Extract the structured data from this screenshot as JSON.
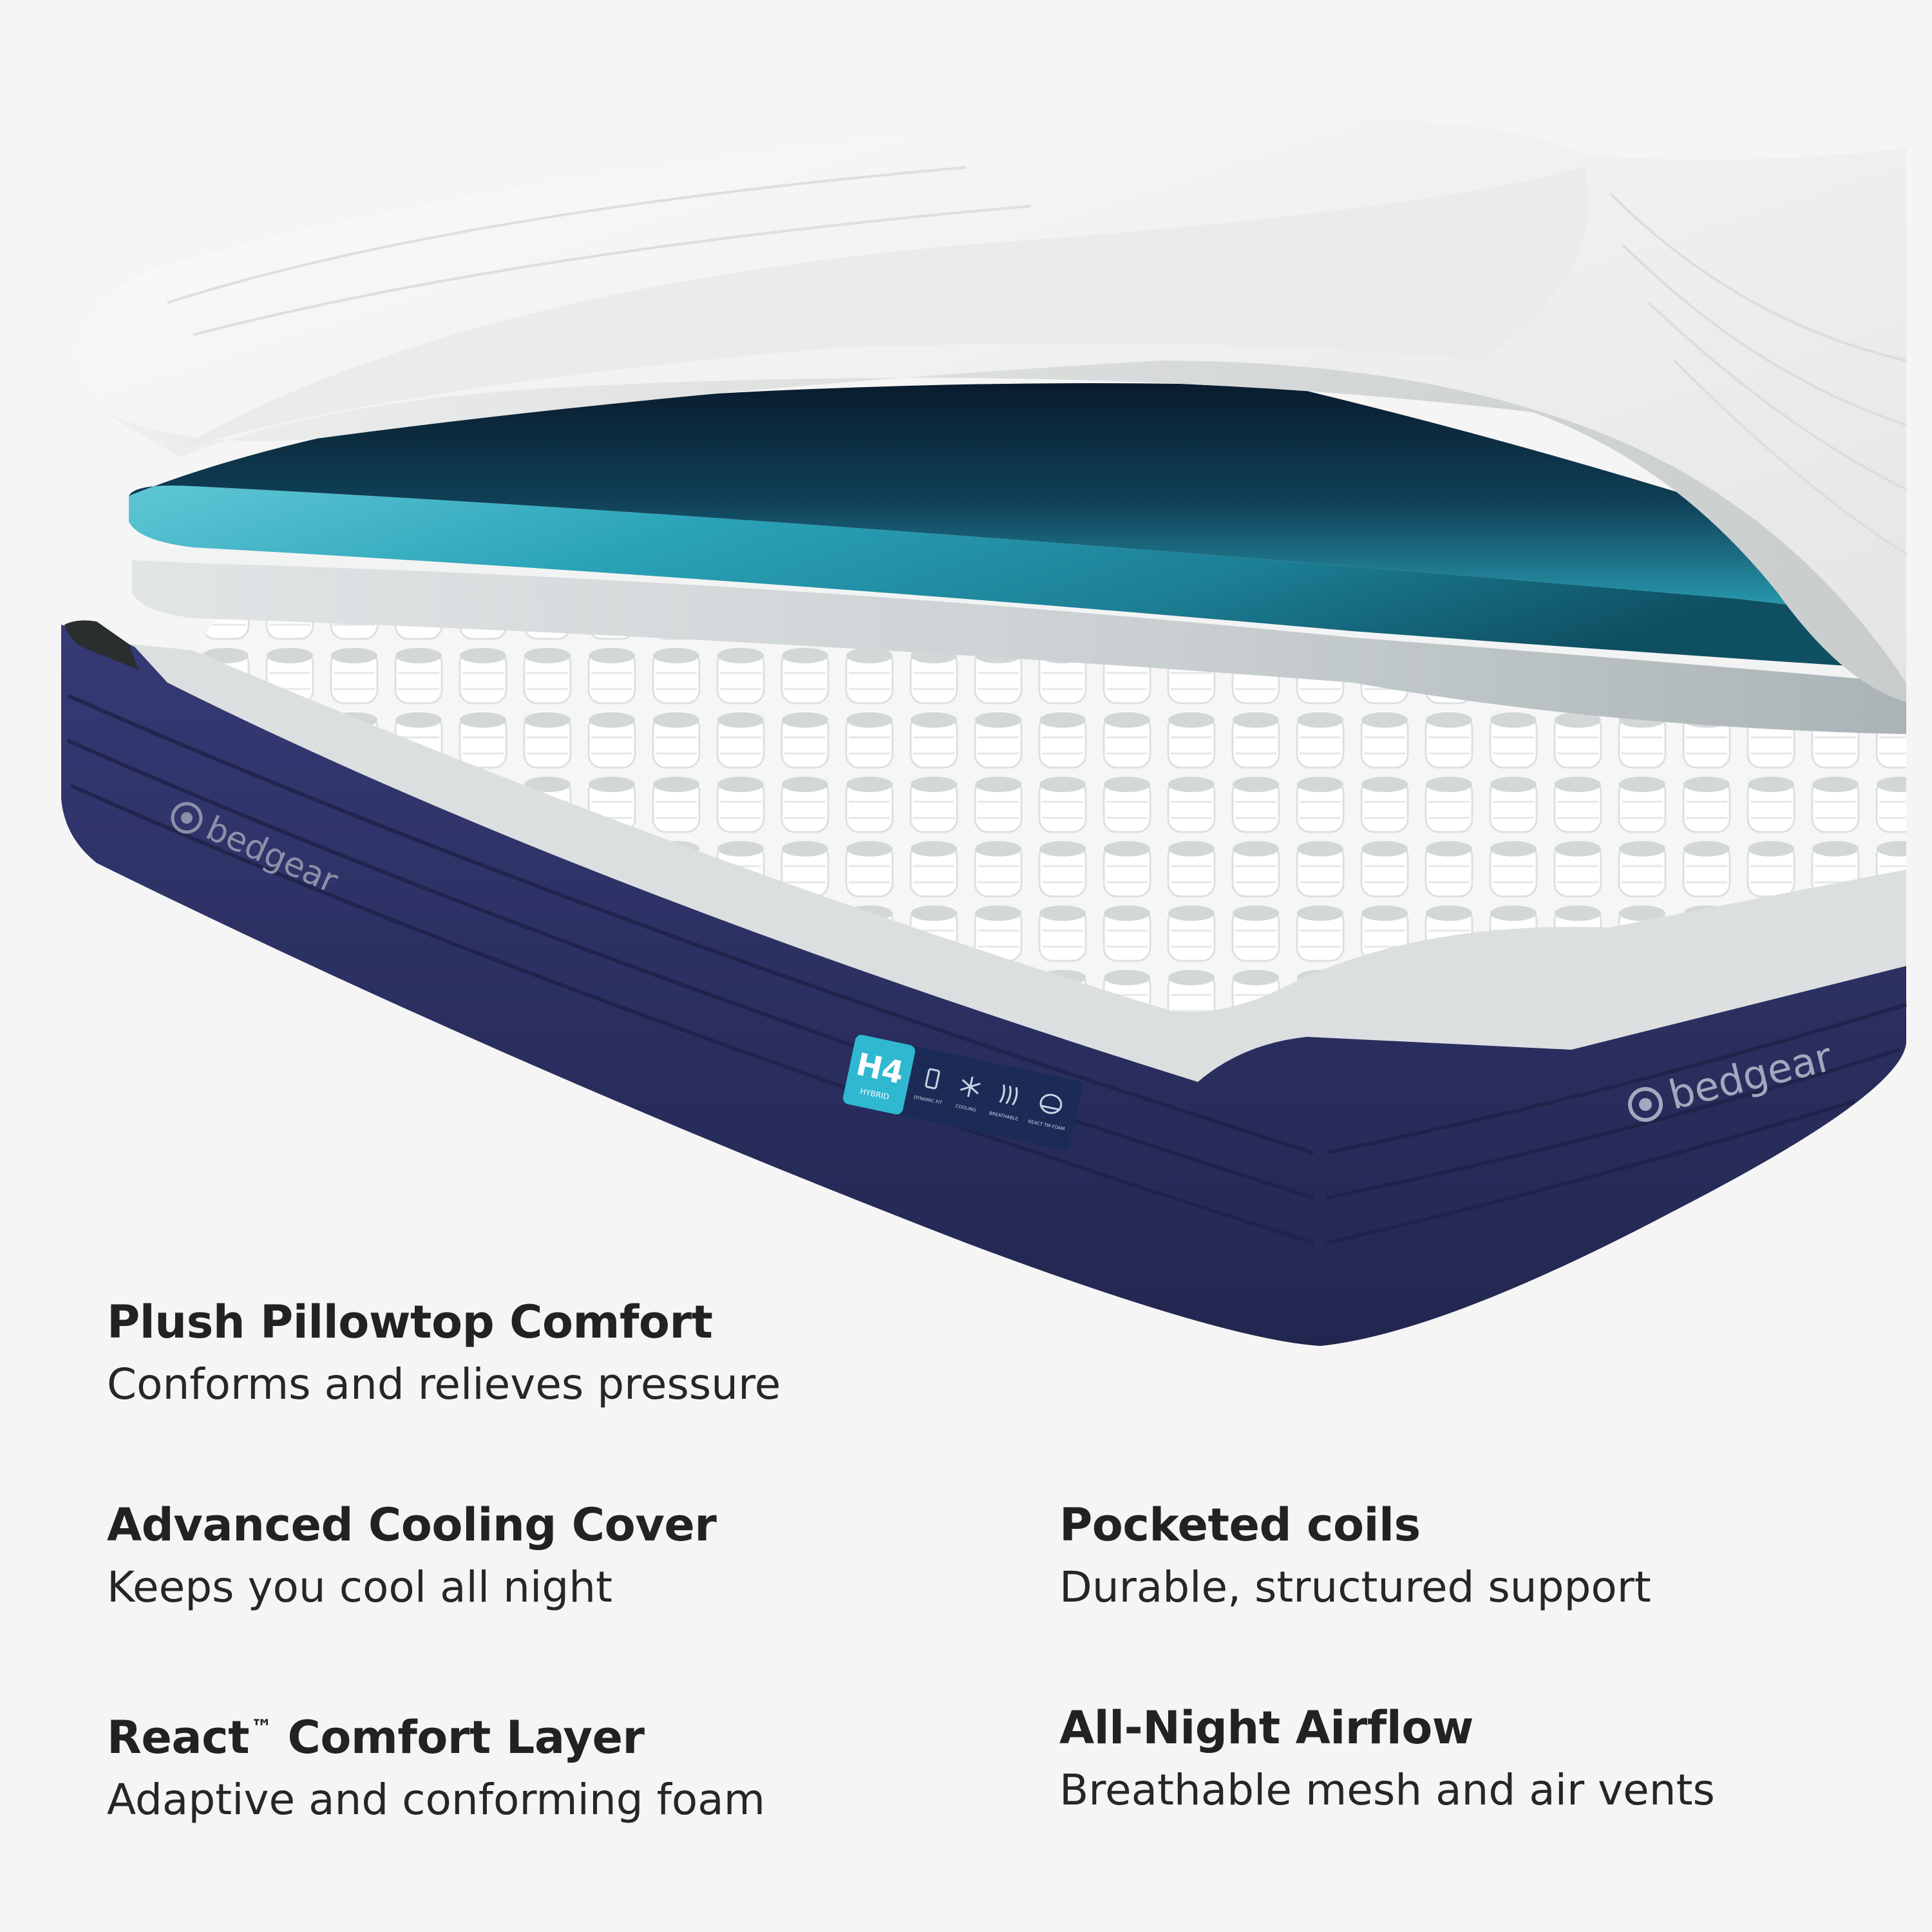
{
  "brand": {
    "logo_text": "bedgear",
    "badge": {
      "model": "H4",
      "model_sub": "HYBRID",
      "icons": [
        "foam-icon",
        "snowflake-icon",
        "airflow-icon",
        "react-icon"
      ],
      "icon_labels": [
        "DYNAMIC FIT",
        "COOLING",
        "BREATHABLE",
        "REACT TM FOAM"
      ]
    }
  },
  "colors": {
    "background": "#f5f5f5",
    "cover_white": "#f2f2f2",
    "navy_border": "#2b2f63",
    "teal_foam": "#2aa3b8",
    "badge_teal": "#2fb8cf"
  },
  "features": {
    "pillowtop": {
      "title": "Plush Pillowtop Comfort",
      "desc": "Conforms and relieves pressure"
    },
    "cooling": {
      "title": "Advanced Cooling Cover",
      "desc": "Keeps you cool all night"
    },
    "react": {
      "title_main": "React",
      "title_tm": "™",
      "title_rest": " Comfort Layer",
      "desc": "Adaptive and conforming foam"
    },
    "coils": {
      "title": "Pocketed coils",
      "desc": "Durable, structured support"
    },
    "airflow": {
      "title": "All-Night Airflow",
      "desc": "Breathable mesh and air vents"
    }
  }
}
